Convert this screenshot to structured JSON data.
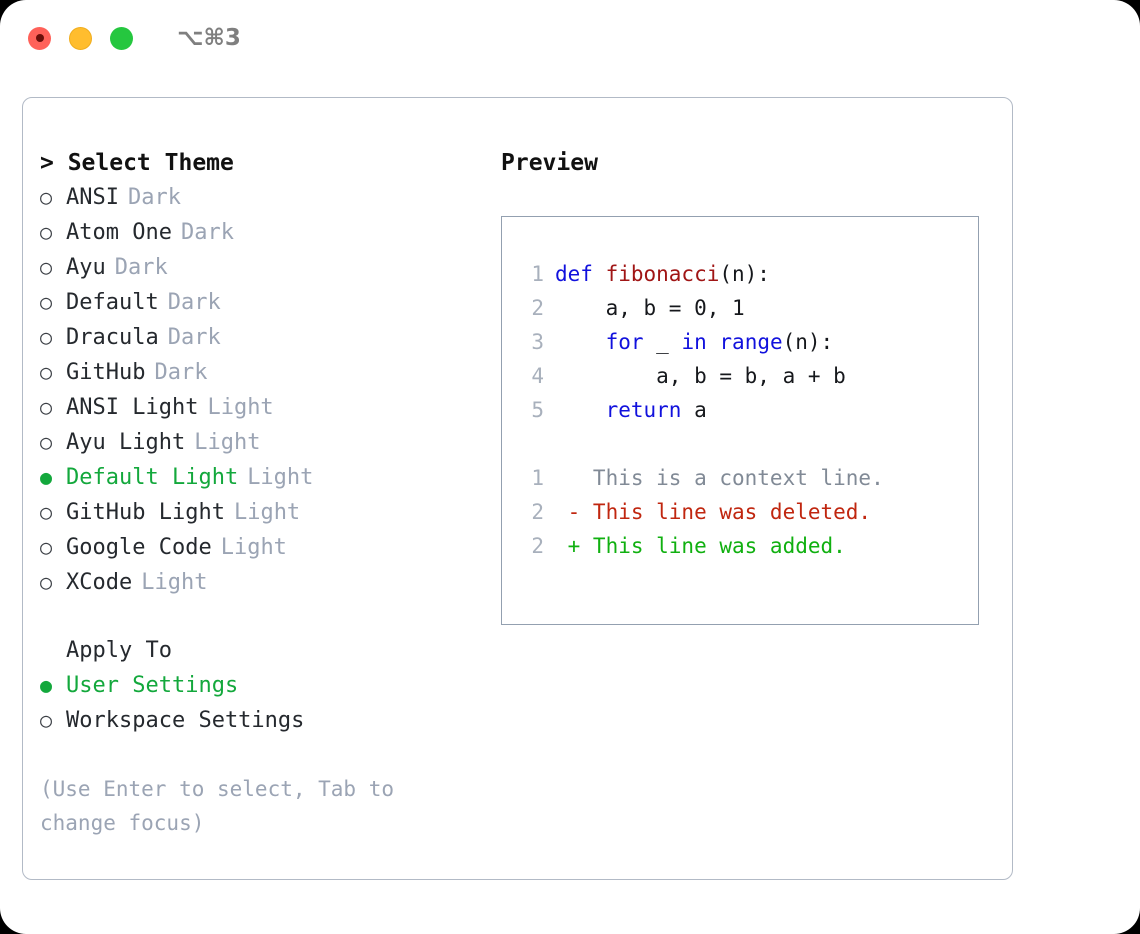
{
  "titlebar": {
    "shortcut": "⌥⌘3",
    "buttons": [
      {
        "name": "close",
        "color": "#ff6159"
      },
      {
        "name": "minimize",
        "color": "#ffbd2e"
      },
      {
        "name": "maximize",
        "color": "#25c73f"
      }
    ]
  },
  "theme_picker": {
    "header": "> Select Theme",
    "marker_selected": "●",
    "marker_unselected": "○",
    "selected_color": "#13a83c",
    "variant_color": "#9ba4b4",
    "items": [
      {
        "name": "ANSI",
        "variant": "Dark",
        "selected": false
      },
      {
        "name": "Atom One",
        "variant": "Dark",
        "selected": false
      },
      {
        "name": "Ayu",
        "variant": "Dark",
        "selected": false
      },
      {
        "name": "Default",
        "variant": "Dark",
        "selected": false
      },
      {
        "name": "Dracula",
        "variant": "Dark",
        "selected": false
      },
      {
        "name": "GitHub",
        "variant": "Dark",
        "selected": false
      },
      {
        "name": "ANSI Light",
        "variant": "Light",
        "selected": false
      },
      {
        "name": "Ayu Light",
        "variant": "Light",
        "selected": false
      },
      {
        "name": "Default Light",
        "variant": "Light",
        "selected": true
      },
      {
        "name": "GitHub Light",
        "variant": "Light",
        "selected": false
      },
      {
        "name": "Google Code",
        "variant": "Light",
        "selected": false
      },
      {
        "name": "XCode",
        "variant": "Light",
        "selected": false
      }
    ]
  },
  "apply_to": {
    "label": "Apply To",
    "items": [
      {
        "name": "User Settings",
        "selected": true
      },
      {
        "name": "Workspace Settings",
        "selected": false
      }
    ]
  },
  "hint": "(Use Enter to select, Tab to change focus)",
  "preview": {
    "title": "Preview",
    "code": [
      {
        "lineno": "1",
        "tokens": [
          {
            "text": "def ",
            "kind": "kw"
          },
          {
            "text": "fibonacci",
            "kind": "fn"
          },
          {
            "text": "(n):",
            "kind": "txt"
          }
        ]
      },
      {
        "lineno": "2",
        "tokens": [
          {
            "text": "    a, b = 0, 1",
            "kind": "txt"
          }
        ]
      },
      {
        "lineno": "3",
        "tokens": [
          {
            "text": "    ",
            "kind": "txt"
          },
          {
            "text": "for",
            "kind": "kw"
          },
          {
            "text": " _ ",
            "kind": "txt"
          },
          {
            "text": "in",
            "kind": "kw"
          },
          {
            "text": " ",
            "kind": "txt"
          },
          {
            "text": "range",
            "kind": "kw"
          },
          {
            "text": "(n):",
            "kind": "txt"
          }
        ]
      },
      {
        "lineno": "4",
        "tokens": [
          {
            "text": "        a, b = b, a + b",
            "kind": "txt"
          }
        ]
      },
      {
        "lineno": "5",
        "tokens": [
          {
            "text": "    ",
            "kind": "txt"
          },
          {
            "text": "return",
            "kind": "kw"
          },
          {
            "text": " a",
            "kind": "txt"
          }
        ]
      }
    ],
    "diff": [
      {
        "lineno": "1",
        "tokens": [
          {
            "text": "   This is a context line.",
            "kind": "ctx"
          }
        ]
      },
      {
        "lineno": "2",
        "tokens": [
          {
            "text": " - This line was deleted.",
            "kind": "del"
          }
        ]
      },
      {
        "lineno": "2",
        "tokens": [
          {
            "text": " + This line was added.",
            "kind": "add"
          }
        ]
      }
    ]
  }
}
